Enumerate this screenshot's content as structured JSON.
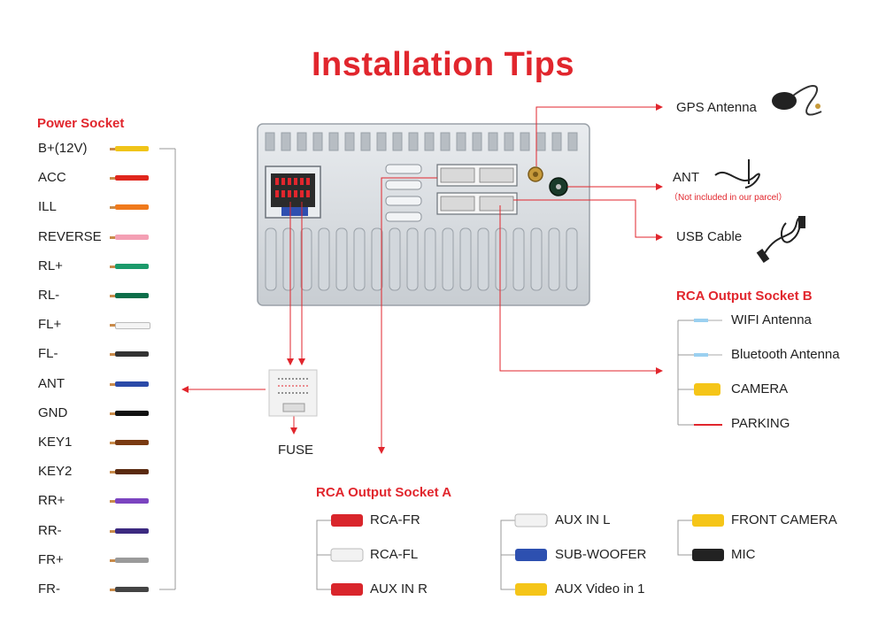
{
  "title": "Installation Tips",
  "power_socket": {
    "heading": "Power Socket",
    "wires": [
      {
        "label": "B+(12V)",
        "color": "#f0c419"
      },
      {
        "label": "ACC",
        "color": "#e0261d"
      },
      {
        "label": "ILL",
        "color": "#f07a1c"
      },
      {
        "label": "REVERSE",
        "color": "#f4a0b4"
      },
      {
        "label": "RL+",
        "color": "#1b9a6a"
      },
      {
        "label": "RL-",
        "color": "#0d6e4a"
      },
      {
        "label": "FL+",
        "color": "#f4f4f4"
      },
      {
        "label": "FL-",
        "color": "#333333"
      },
      {
        "label": "ANT",
        "color": "#2b4aa8"
      },
      {
        "label": "GND",
        "color": "#111111"
      },
      {
        "label": "KEY1",
        "color": "#7a3b12"
      },
      {
        "label": "KEY2",
        "color": "#5a2a10"
      },
      {
        "label": "RR+",
        "color": "#7b44c0"
      },
      {
        "label": "RR-",
        "color": "#3c2a80"
      },
      {
        "label": "FR+",
        "color": "#9a9a9a"
      },
      {
        "label": "FR-",
        "color": "#444444"
      }
    ]
  },
  "fuse": {
    "label": "FUSE"
  },
  "gps": {
    "label": "GPS Antenna",
    "icon": "gps-antenna-icon"
  },
  "ant": {
    "label": "ANT",
    "note": "（Not included in our parcel）",
    "icon": "ant-cable-icon"
  },
  "usb": {
    "label": "USB Cable",
    "icon": "usb-cable-icon"
  },
  "rca_b": {
    "heading": "RCA Output Socket B",
    "items": [
      {
        "label": "WIFI Antenna",
        "type": "antenna"
      },
      {
        "label": "Bluetooth Antenna",
        "type": "antenna"
      },
      {
        "label": "CAMERA",
        "type": "yellow-rca"
      },
      {
        "label": "PARKING",
        "type": "wire-red"
      }
    ]
  },
  "rca_a": {
    "heading": "RCA Output Socket A",
    "col1": [
      {
        "label": "RCA-FR",
        "color": "#d9252b"
      },
      {
        "label": "RCA-FL",
        "color": "#f2f2f2"
      },
      {
        "label": "AUX IN R",
        "color": "#d9252b"
      }
    ],
    "col2": [
      {
        "label": "AUX IN L",
        "color": "#f2f2f2"
      },
      {
        "label": "SUB-WOOFER",
        "color": "#2d50b0"
      },
      {
        "label": "AUX Video in 1",
        "color": "#f5c518"
      }
    ],
    "col3": [
      {
        "label": "FRONT CAMERA",
        "color": "#f5c518"
      },
      {
        "label": "MIC",
        "color": "#222222"
      }
    ]
  }
}
